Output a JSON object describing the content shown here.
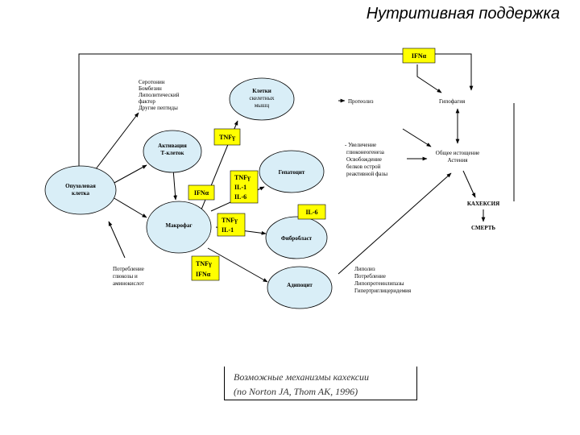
{
  "title": "Нутритивная поддержка",
  "caption": {
    "line1": "Возможные механизмы кахексии",
    "line2": "(по Norton JA, Thom AK, 1996)"
  },
  "ellipses": {
    "tumor": [
      "Опухолевая",
      "клетка"
    ],
    "tcells": [
      "Активация",
      "Т-клеток"
    ],
    "macro": [
      "Макрофаг"
    ],
    "muscle": [
      "Клетки",
      "скелетных",
      "мышц"
    ],
    "hepato": [
      "Гепатоцит"
    ],
    "fibro": [
      "Фибробласт"
    ],
    "adipo": [
      "Адипоцит"
    ]
  },
  "boxes": {
    "ifna_top": [
      "IFNα"
    ],
    "tnf1": [
      "TNFγ"
    ],
    "ifng1": [
      "IFNα"
    ],
    "cytokines": [
      "TNFγ",
      "IL-1",
      "IL-6"
    ],
    "tnf_il1": [
      "TNFγ",
      "IL-1"
    ],
    "il6": [
      "IL-6"
    ],
    "tnf_ifn": [
      "TNFγ",
      "IFNα"
    ]
  },
  "texts": {
    "peptides": [
      "Серотонин",
      "Бомбезин",
      "Липолитический",
      "фактор",
      "Другие пептиды"
    ],
    "proteolysis": [
      "Протеолиз"
    ],
    "hypophagia": [
      "Гипофагия"
    ],
    "hepatic": [
      "- Увеличение",
      "глюконеогенеза",
      "Освобождение",
      "белков острой",
      "реактивной фазы"
    ],
    "exhaustion": [
      "Общее истощение",
      "Астения"
    ],
    "cachexia": [
      "КАХЕКСИЯ"
    ],
    "death": [
      "СМЕРТЬ"
    ],
    "glucose": [
      "Потребление",
      "глюкозы и",
      "аминокислот"
    ],
    "lipolysis": [
      "Липолиз",
      "Потребление",
      "Липопротеинлипазы",
      "Гипертриглицеридемия"
    ]
  },
  "colors": {
    "ellipse_fill": "#d9eef7",
    "box_fill": "#ffff00",
    "line": "#000000"
  }
}
